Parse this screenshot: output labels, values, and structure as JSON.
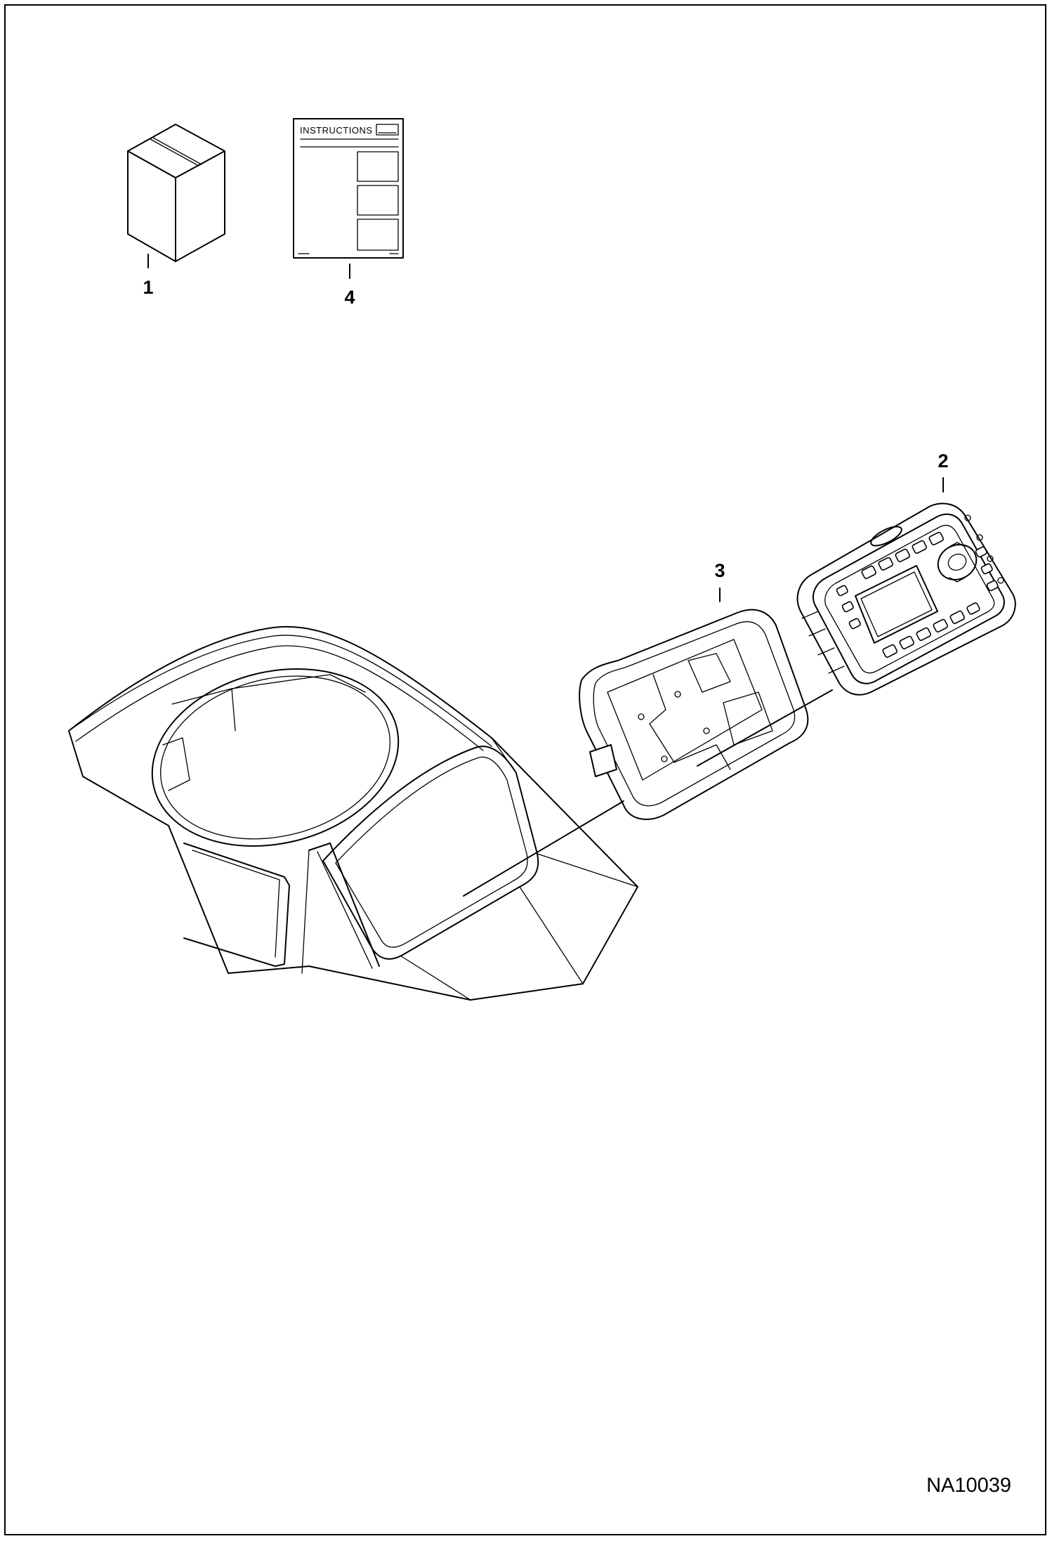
{
  "callouts": [
    {
      "id": "1",
      "label": "1"
    },
    {
      "id": "2",
      "label": "2"
    },
    {
      "id": "3",
      "label": "3"
    },
    {
      "id": "4",
      "label": "4"
    }
  ],
  "instructions_sheet": {
    "header": "INSTRUCTIONS"
  },
  "document_code": "NA10039",
  "colors": {
    "line": "#000000",
    "background": "#ffffff"
  }
}
